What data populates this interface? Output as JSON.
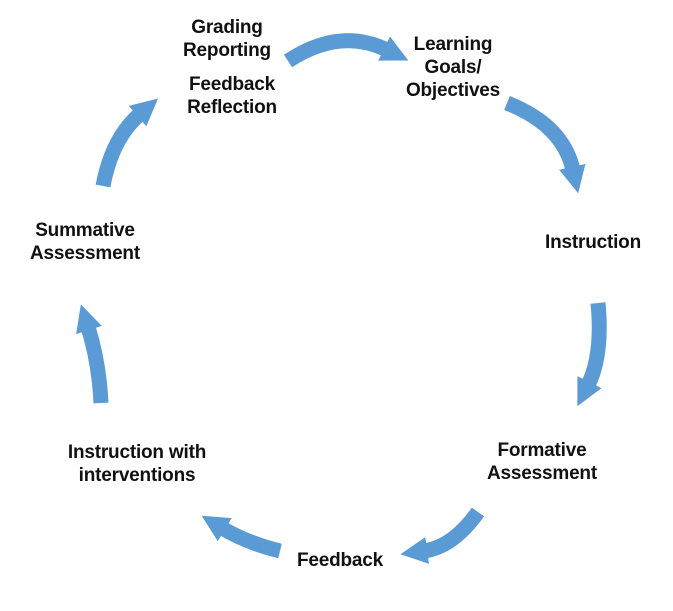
{
  "diagram": {
    "type": "cycle",
    "background": "#FFFFFF",
    "arrow_color": "#5B9BD5",
    "text_color": "#111111",
    "nodes": [
      {
        "id": "grading-reporting",
        "label": "Grading\nReporting"
      },
      {
        "id": "feedback-reflection",
        "label": "Feedback\nReflection"
      },
      {
        "id": "learning-goals-objectives",
        "label": "Learning\nGoals/\nObjectives"
      },
      {
        "id": "instruction",
        "label": "Instruction"
      },
      {
        "id": "formative-assessment",
        "label": "Formative\nAssessment"
      },
      {
        "id": "feedback",
        "label": "Feedback"
      },
      {
        "id": "instruction-with-interventions",
        "label": "Instruction with\ninterventions"
      },
      {
        "id": "summative-assessment",
        "label": "Summative\nAssessment"
      }
    ],
    "edges": [
      {
        "from": "Grading Reporting",
        "to": "Learning Goals/Objectives"
      },
      {
        "from": "Learning Goals/Objectives",
        "to": "Instruction"
      },
      {
        "from": "Instruction",
        "to": "Formative Assessment"
      },
      {
        "from": "Formative Assessment",
        "to": "Feedback"
      },
      {
        "from": "Feedback",
        "to": "Instruction with interventions"
      },
      {
        "from": "Instruction with interventions",
        "to": "Summative Assessment"
      },
      {
        "from": "Summative Assessment",
        "to": "Feedback Reflection"
      }
    ]
  }
}
